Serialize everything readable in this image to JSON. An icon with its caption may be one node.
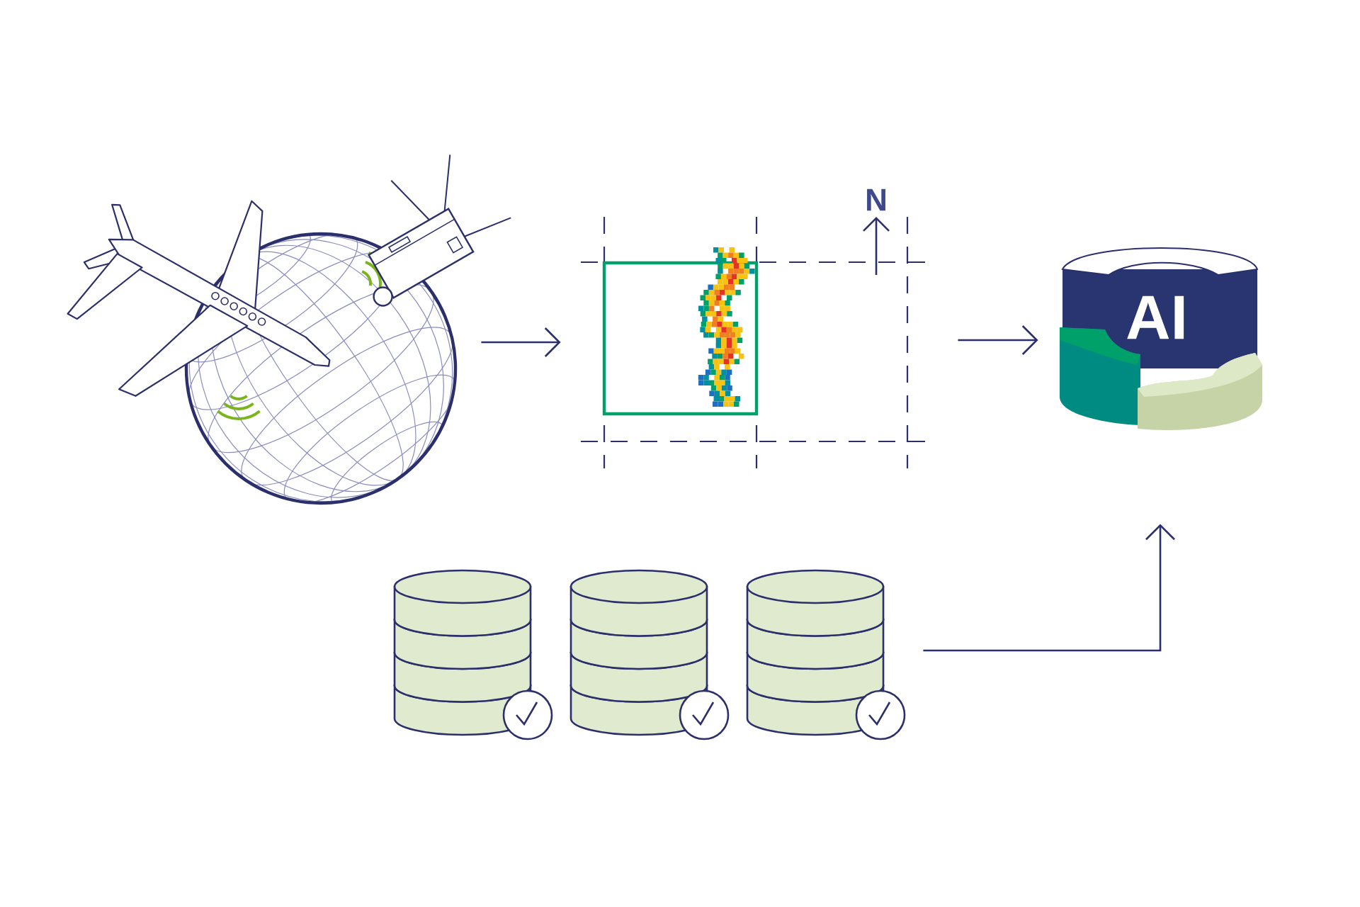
{
  "diagram": {
    "nodes": [
      {
        "text": [],
        "shape": "picture"
      },
      {
        "text": [],
        "shape": "picture"
      },
      {
        "text": [
          "AI"
        ]
      },
      {
        "text": [],
        "shape": "cylinder"
      },
      {
        "text": [],
        "shape": "cylinder"
      },
      {
        "text": [],
        "shape": "cylinder"
      }
    ],
    "edges": [
      {
        "from": 0,
        "to": 1,
        "arrow": "to"
      },
      {
        "from": 1,
        "to": 2,
        "arrow": "to"
      },
      {
        "from": 5,
        "to": 2,
        "arrow": "to"
      }
    ],
    "labels": [
      "N"
    ]
  }
}
